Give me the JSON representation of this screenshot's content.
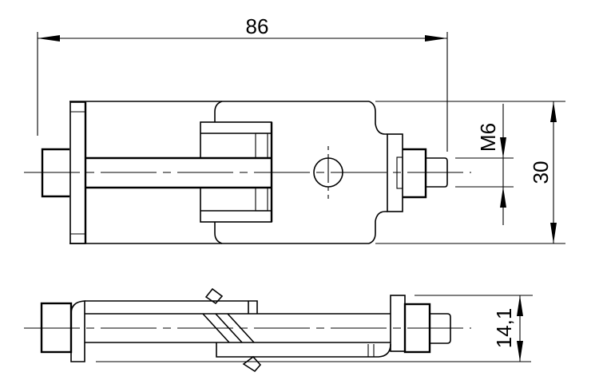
{
  "dimensions": {
    "overall_length": "86",
    "thread": "M6",
    "width": "30",
    "thickness": "14,1"
  },
  "colors": {
    "line": "#000000",
    "background": "#ffffff"
  }
}
